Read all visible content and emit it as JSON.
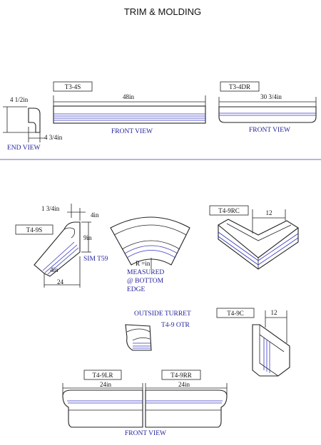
{
  "page": {
    "title": "TRIM & MOLDING"
  },
  "colors": {
    "ink": "#222222",
    "accent_blue": "#3535c0",
    "divider_blue": "#6b6bc7"
  },
  "end_view": {
    "height": "4 1/2in",
    "depth": "4 3/4in",
    "caption": "END VIEW"
  },
  "t3_4s": {
    "tag": "T3-4S",
    "length": "48in",
    "caption": "FRONT VIEW"
  },
  "t3_4dr": {
    "tag": "T3-4DR",
    "length": "30 3/4in",
    "caption": "FRONT VIEW"
  },
  "t4_9s": {
    "tag": "T4-9S",
    "top": "1 3/4in",
    "top_right": "4in",
    "height": "9in",
    "bottom": "4in",
    "base": "24",
    "note": "SIM T59"
  },
  "radius": {
    "label": "R =in",
    "note_lines": [
      "MEASURED",
      "@ BOTTOM",
      "EDGE"
    ]
  },
  "t4_9rc": {
    "tag": "T4-9RC",
    "dim": "12"
  },
  "turret": {
    "title": "OUTSIDE TURRET",
    "tag": "T4-9 OTR"
  },
  "t4_9c": {
    "tag": "T4-9C",
    "dim": "12"
  },
  "t4_9lr": {
    "tag": "T4-9LR",
    "length": "24in"
  },
  "t4_9rr": {
    "tag": "T4-9RR",
    "length": "24in"
  },
  "bottom_caption": "FRONT VIEW"
}
